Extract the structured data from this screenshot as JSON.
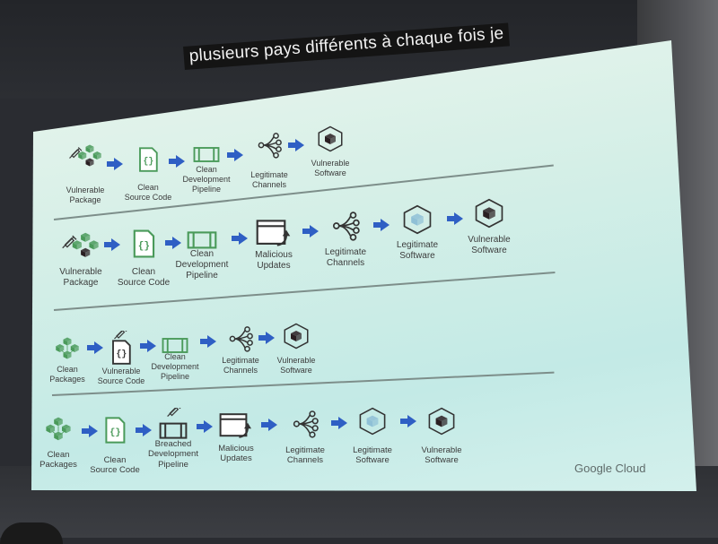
{
  "subtitle": "plusieurs pays différents à chaque fois je",
  "brand": "Google Cloud",
  "rows": [
    {
      "steps": [
        {
          "icon": "vulnerable-package-icon",
          "label": "Vulnerable\nPackage"
        },
        {
          "icon": "source-code-icon",
          "label": "Clean\nSource Code"
        },
        {
          "icon": "pipeline-icon",
          "label": "Clean\nDevelopment\nPipeline"
        },
        {
          "icon": "channels-icon",
          "label": "Legitimate\nChannels"
        },
        {
          "icon": "vulnerable-software-icon",
          "label": "Vulnerable\nSoftware"
        }
      ]
    },
    {
      "steps": [
        {
          "icon": "vulnerable-package-icon",
          "label": "Vulnerable\nPackage"
        },
        {
          "icon": "source-code-icon",
          "label": "Clean\nSource Code"
        },
        {
          "icon": "pipeline-icon",
          "label": "Clean\nDevelopment\nPipeline"
        },
        {
          "icon": "malicious-updates-icon",
          "label": "Malicious\nUpdates"
        },
        {
          "icon": "channels-icon",
          "label": "Legitimate\nChannels"
        },
        {
          "icon": "legitimate-software-icon",
          "label": "Legitimate\nSoftware"
        },
        {
          "icon": "vulnerable-software-icon",
          "label": "Vulnerable\nSoftware"
        }
      ]
    },
    {
      "steps": [
        {
          "icon": "clean-packages-icon",
          "label": "Clean\nPackages"
        },
        {
          "icon": "vulnerable-source-code-icon",
          "label": "Vulnerable\nSource Code"
        },
        {
          "icon": "pipeline-icon",
          "label": "Clean\nDevelopment\nPipeline"
        },
        {
          "icon": "channels-icon",
          "label": "Legitimate\nChannels"
        },
        {
          "icon": "vulnerable-software-icon",
          "label": "Vulnerable\nSoftware"
        }
      ]
    },
    {
      "steps": [
        {
          "icon": "clean-packages-icon",
          "label": "Clean\nPackages"
        },
        {
          "icon": "source-code-icon",
          "label": "Clean\nSource Code"
        },
        {
          "icon": "breached-pipeline-icon",
          "label": "Breached\nDevelopment\nPipeline"
        },
        {
          "icon": "malicious-updates-icon",
          "label": "Malicious\nUpdates"
        },
        {
          "icon": "channels-icon",
          "label": "Legitimate\nChannels"
        },
        {
          "icon": "legitimate-software-icon",
          "label": "Legitimate\nSoftware"
        },
        {
          "icon": "vulnerable-software-icon",
          "label": "Vulnerable\nSoftware"
        }
      ]
    }
  ],
  "colors": {
    "accent_blue": "#2f5fc4",
    "icon_green": "#4a9a5a",
    "dark_cube": "#2a1f22"
  }
}
